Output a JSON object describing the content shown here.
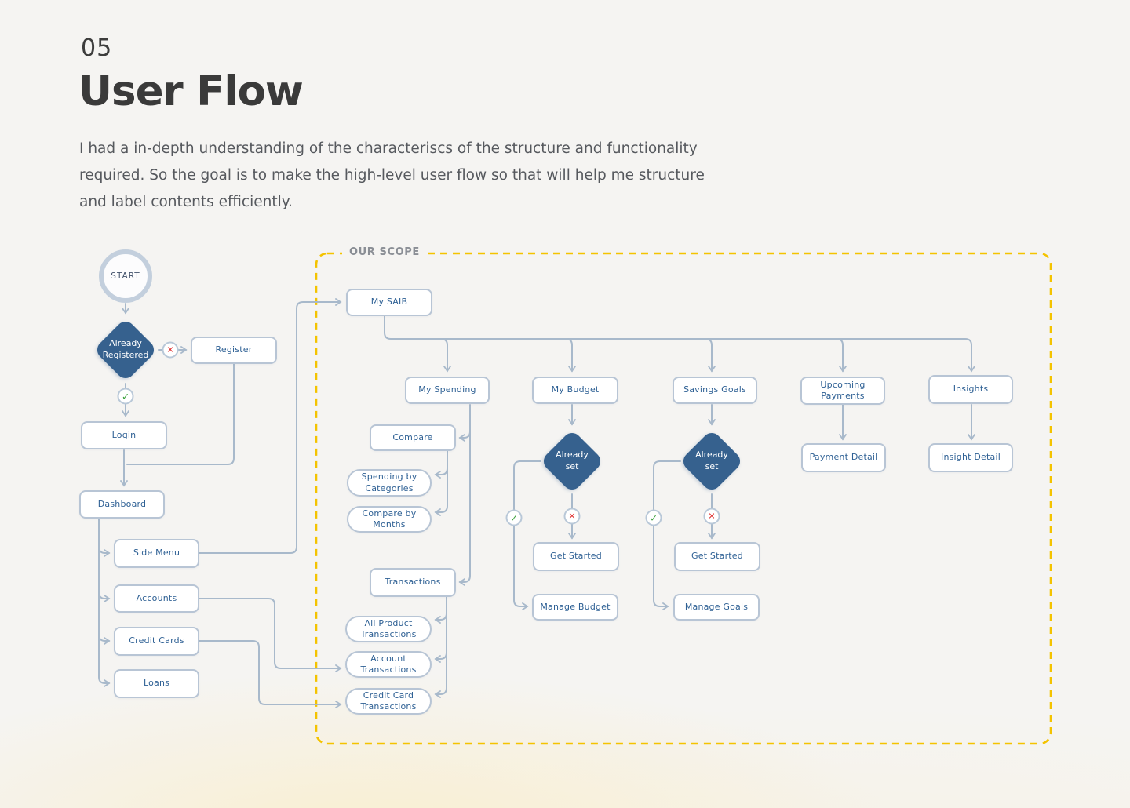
{
  "page": {
    "section_number": "05",
    "title": "User Flow",
    "description": "I had a in-depth understanding of the characteriscs of the structure and functionality required. So the goal is to make the high-level user flow so that will help me structure and label contents efficiently."
  },
  "scope": {
    "label": "OUR SCOPE",
    "border_color": "#f4c300"
  },
  "colors": {
    "background": "#f5f4f2",
    "node_border": "#b8c5d5",
    "node_text": "#2e6094",
    "connector": "#a8b9cb",
    "diamond_fill": "#36618e",
    "reject_red": "#e03131",
    "accept_green": "#3fa33f",
    "scope_yellow": "#f4c300"
  },
  "icons": {
    "reject": "✕",
    "accept": "✓"
  },
  "nodes": {
    "start": "START",
    "already_registered": "Already Registered",
    "register": "Register",
    "login": "Login",
    "dashboard": "Dashboard",
    "side_menu": "Side Menu",
    "accounts": "Accounts",
    "credit_cards": "Credit Cards",
    "loans": "Loans",
    "my_saib": "My SAIB",
    "my_spending": "My Spending",
    "compare": "Compare",
    "spending_by_categories": "Spending by Categories",
    "compare_by_months": "Compare by Months",
    "transactions": "Transactions",
    "all_product_transactions": "All Product Transactions",
    "account_transactions": "Account Transactions",
    "credit_card_transactions": "Credit Card Transactions",
    "my_budget": "My Budget",
    "already_set_budget": "Already set",
    "get_started_budget": "Get Started",
    "manage_budget": "Manage Budget",
    "savings_goals": "Savings Goals",
    "already_set_goals": "Already set",
    "get_started_goals": "Get Started",
    "manage_goals": "Manage Goals",
    "upcoming_payments": "Upcoming Payments",
    "insights": "Insights",
    "payment_detail": "Payment Detail",
    "insight_detail": "Insight Detail"
  }
}
